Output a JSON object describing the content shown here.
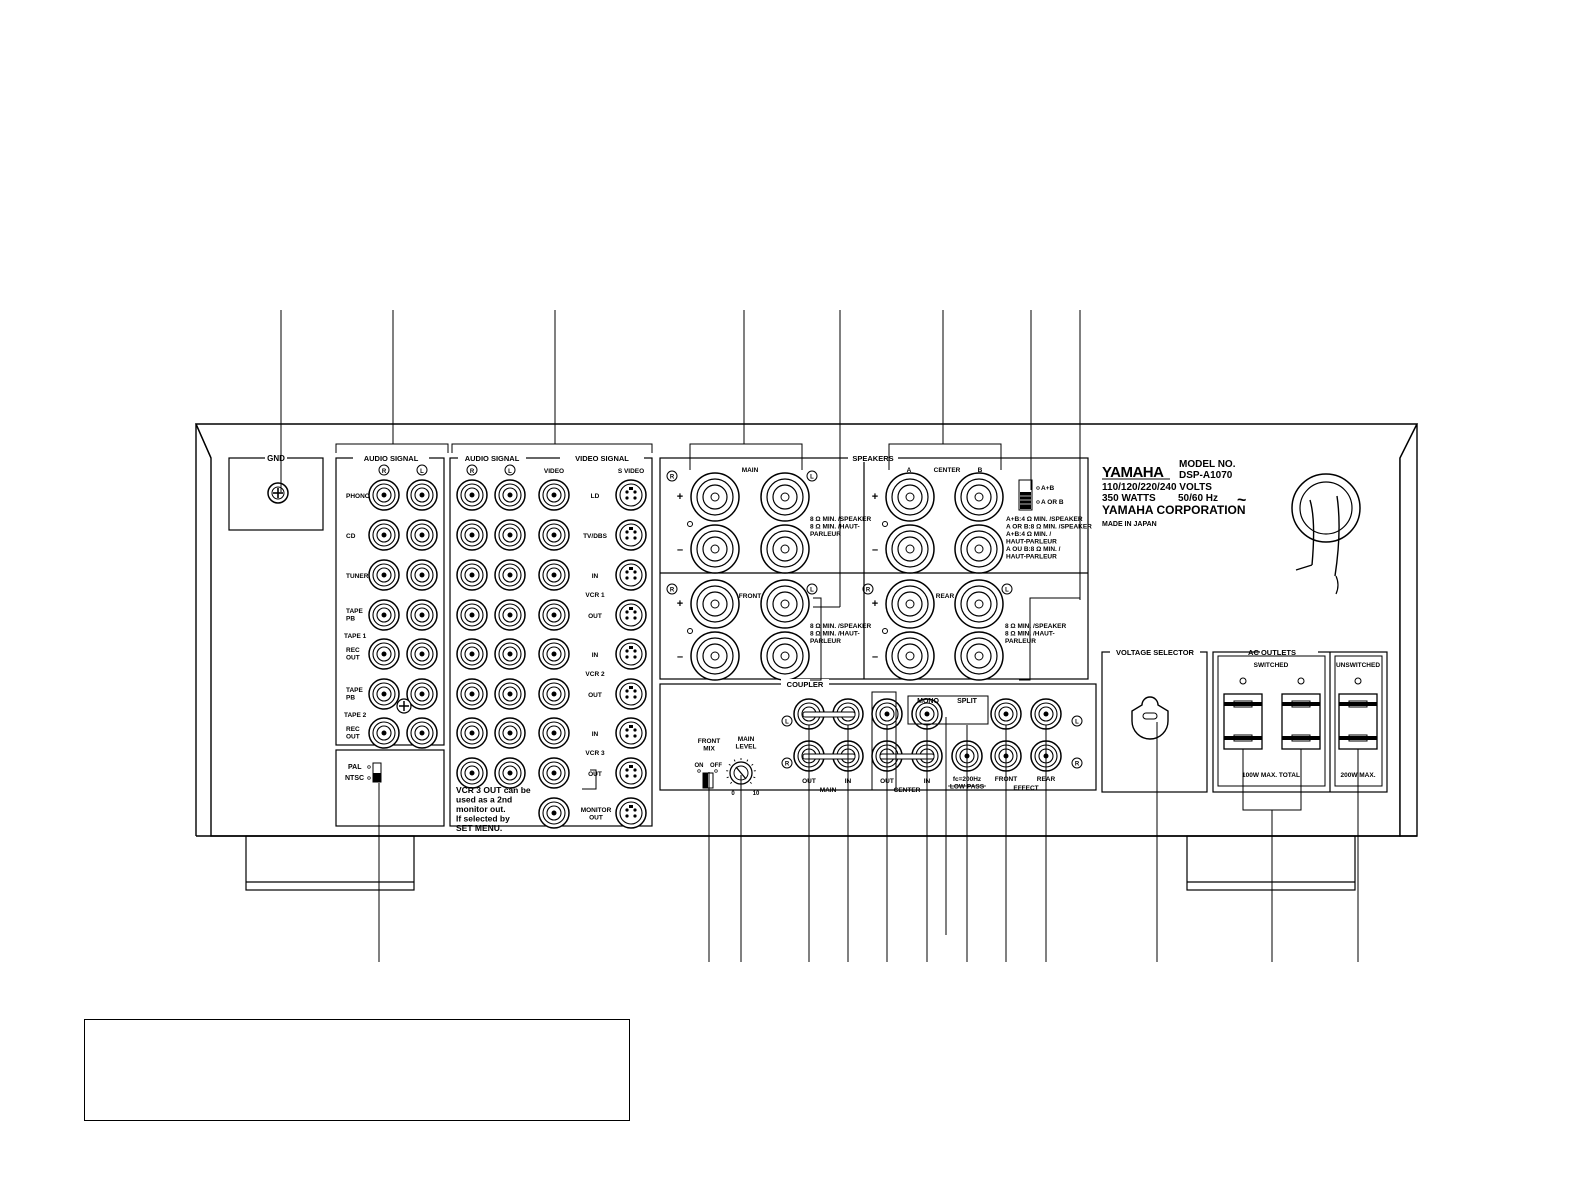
{
  "gnd": {
    "label": "GND"
  },
  "audio1": {
    "title": "AUDIO SIGNAL",
    "rows": [
      "PHONO",
      "CD",
      "TUNER",
      "TAPE\nPB",
      "REC\nOUT",
      "TAPE\nPB",
      "REC\nOUT"
    ],
    "group_labels": [
      "TAPE 1",
      "TAPE 2"
    ]
  },
  "video_switch": {
    "pal": "PAL",
    "ntsc": "NTSC"
  },
  "av": {
    "audio_title": "AUDIO SIGNAL",
    "video_title": "VIDEO SIGNAL",
    "video_col": "VIDEO",
    "svideo_col": "S VIDEO",
    "rows": [
      "LD",
      "TV/DBS",
      "IN",
      "OUT",
      "IN",
      "OUT",
      "IN",
      "OUT"
    ],
    "group_labels": [
      "VCR 1",
      "VCR 2",
      "VCR 3"
    ],
    "monitor_out": "MONITOR\nOUT",
    "note": "VCR 3 OUT can be\nused as a 2nd\nmonitor out.\nIf selected by\nSET MENU."
  },
  "speakers": {
    "title": "SPEAKERS",
    "main": "MAIN",
    "center": "CENTER",
    "a": "A",
    "b": "B",
    "front": "FRONT",
    "rear": "REAR",
    "plus": "+",
    "minus": "–",
    "impedance_8": "8 Ω MIN. /SPEAKER\n8 Ω MIN. /HAUT-\nPARLEUR",
    "switch_ab": "A+B",
    "switch_aorb": "A OR B",
    "impedance_center": "A+B:4 Ω MIN. /SPEAKER\nA OR B:8 Ω MIN. /SPEAKER\nA+B:4 Ω MIN. /\nHAUT-PARLEUR\nA OU B:8 Ω MIN. /\nHAUT-PARLEUR"
  },
  "coupler": {
    "title": "COUPLER",
    "front_mix": "FRONT\nMIX",
    "on": "ON",
    "off": "OFF",
    "main_level": "MAIN\nLEVEL",
    "level_min": "0",
    "level_max": "10",
    "out": "OUT",
    "in": "IN",
    "main": "MAIN",
    "center": "CENTER",
    "mono": "MONO",
    "split": "SPLIT",
    "lowpass": "fc=200Hz\nLOW PASS",
    "front": "FRONT",
    "rear": "REAR",
    "effect": "EFFECT"
  },
  "nameplate": {
    "brand": "YAMAHA",
    "model_label": "MODEL NO.",
    "model": "DSP-A1070",
    "volts": "110/120/220/240 VOLTS",
    "watts": "350 WATTS",
    "hz": "50/60 Hz",
    "corp": "YAMAHA CORPORATION",
    "made": "MADE IN JAPAN",
    "ac_symbol": "~"
  },
  "voltage_selector": {
    "title": "VOLTAGE SELECTOR"
  },
  "ac_outlets": {
    "title": "AC OUTLETS",
    "switched": "SWITCHED",
    "unswitched": "UNSWITCHED",
    "switched_max": "100W MAX. TOTAL",
    "unswitched_max": "200W MAX."
  },
  "colors": {
    "ink": "#000000",
    "paper": "#ffffff"
  }
}
